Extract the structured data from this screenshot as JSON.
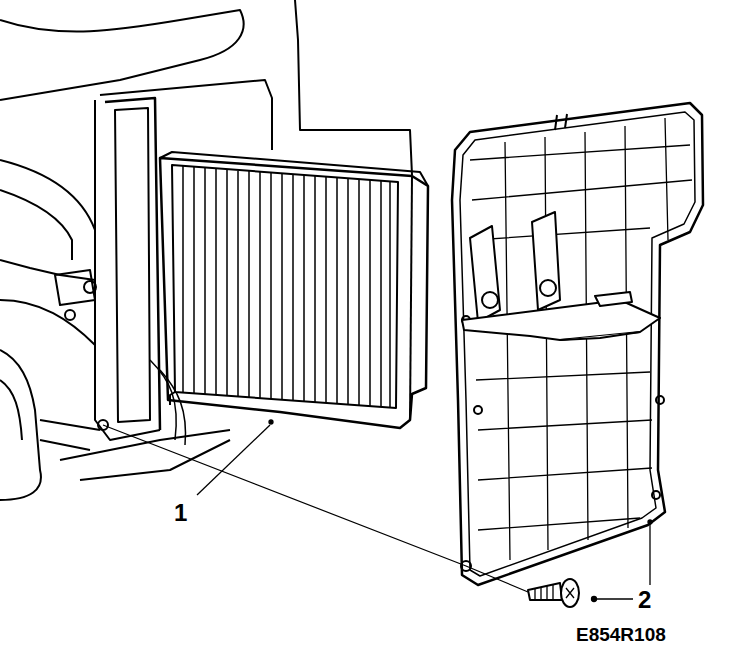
{
  "diagram": {
    "labels": [
      "1",
      "2",
      "E854R108"
    ]
  }
}
